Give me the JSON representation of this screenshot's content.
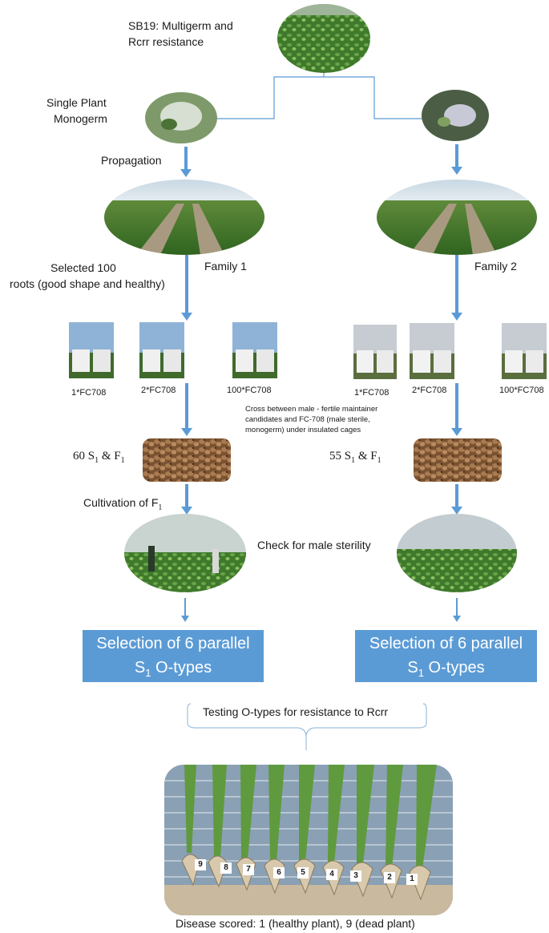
{
  "top": {
    "label_line1": "SB19:  Multigerm   and",
    "label_line2": "Rcrr resistance"
  },
  "left_branch": {
    "single_plant_line1": "Single Plant",
    "single_plant_line2": "Monogerm",
    "propagation": "Propagation",
    "family": "Family 1",
    "selected_line1": "Selected 100",
    "selected_line2": "roots (good shape and healthy)",
    "crosses": [
      "1*FC708",
      "2*FC708",
      "100*FC708"
    ],
    "seed_label": "60 S",
    "seed_sub1": "1",
    "seed_amp": " & F",
    "seed_sub2": "1",
    "cultivation": "Cultivation of F",
    "cultivation_sub": "1",
    "box_line1": "Selection of 6 parallel",
    "box_line2_main": "S",
    "box_line2_sub": "1",
    "box_line2_rest": " O-types"
  },
  "right_branch": {
    "family": "Family 2",
    "crosses": [
      "1*FC708",
      "2*FC708",
      "100*FC708"
    ],
    "seed_label": "55 S",
    "seed_sub1": "1",
    "seed_amp": " & F",
    "seed_sub2": "1",
    "box_line1": "Selection of 6 parallel",
    "box_line2_main": "S",
    "box_line2_sub": "1",
    "box_line2_rest": " O-types"
  },
  "cross_note_line1": "Cross between male - fertile maintainer",
  "cross_note_line2": "candidates  and  FC-708  (male  sterile,",
  "cross_note_line3": "monogerm) under insulated cages",
  "check_sterility": "Check for male sterility",
  "testing": "Testing O-types for resistance to Rcrr",
  "disease_caption": "Disease scored: 1 (healthy plant), 9 (dead plant)",
  "beet_scores": [
    "9",
    "8",
    "7",
    "6",
    "5",
    "4",
    "3",
    "2",
    "1"
  ],
  "colors": {
    "arrow": "#5b9bd5",
    "box": "#5b9bd5",
    "connector": "#5b9bd5"
  }
}
